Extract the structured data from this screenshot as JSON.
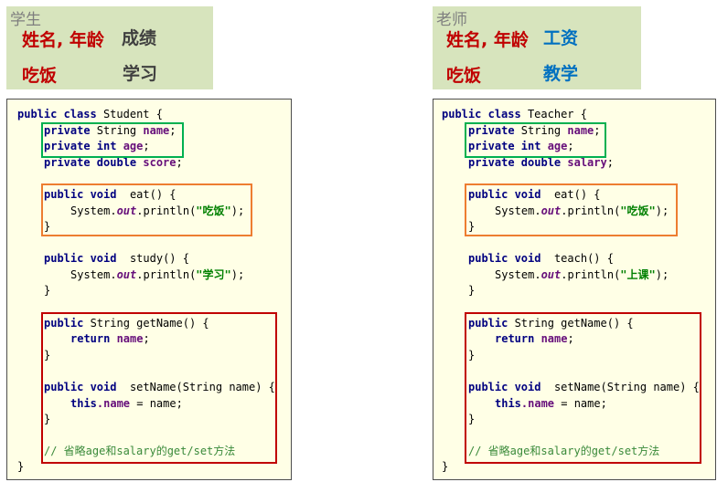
{
  "student_card": {
    "title": "学生",
    "attributes": "姓名, 年龄",
    "unique_attribute": "成绩",
    "behavior": "吃饭",
    "unique_behavior": "学习"
  },
  "teacher_card": {
    "title": "老师",
    "attributes": "姓名, 年龄",
    "unique_attribute": "工资",
    "behavior": "吃饭",
    "unique_behavior": "教学"
  },
  "student_code": {
    "kw_public": "public",
    "kw_class": "class",
    "class_name": " Student {",
    "kw_private": "private",
    "type_string": " String ",
    "field_name": "name",
    "semicolon": ";",
    "kw_int": " int ",
    "field_age": "age",
    "kw_double": " double ",
    "field_extra": "score",
    "kw_void": " void ",
    "eat_sig": " eat() {",
    "sysout": "System.",
    "out": "out",
    "println_open": ".println(",
    "str_eat": "\"吃饭\"",
    "println_close": ");",
    "close_brace": "}",
    "method2_sig": " study() {",
    "str_method2": "\"学习\"",
    "getname_sig": " String getName() {",
    "kw_return": "return ",
    "return_field": "name",
    "setname_sig": " setName(String name) {",
    "kw_this": "this",
    "this_assign_field": ".name",
    "assign_rest": " = name;",
    "comment": "// 省略age和salary的get/set方法"
  },
  "teacher_code": {
    "kw_public": "public",
    "kw_class": "class",
    "class_name": " Teacher {",
    "kw_private": "private",
    "type_string": " String ",
    "field_name": "name",
    "semicolon": ";",
    "kw_int": " int ",
    "field_age": "age",
    "kw_double": " double ",
    "field_extra": "salary",
    "kw_void": " void ",
    "eat_sig": " eat() {",
    "sysout": "System.",
    "out": "out",
    "println_open": ".println(",
    "str_eat": "\"吃饭\"",
    "println_close": ");",
    "close_brace": "}",
    "method2_sig": " teach() {",
    "str_method2": "\"上课\"",
    "getname_sig": " String getName() {",
    "kw_return": "return ",
    "return_field": "name",
    "setname_sig": " setName(String name) {",
    "kw_this": "this",
    "this_assign_field": ".name",
    "assign_rest": " = name;",
    "comment": "// 省略age和salary的get/set方法"
  },
  "highlight_colors": {
    "shared_fields": "#00b050",
    "shared_method": "#ed7d31",
    "accessors": "#c00000"
  }
}
